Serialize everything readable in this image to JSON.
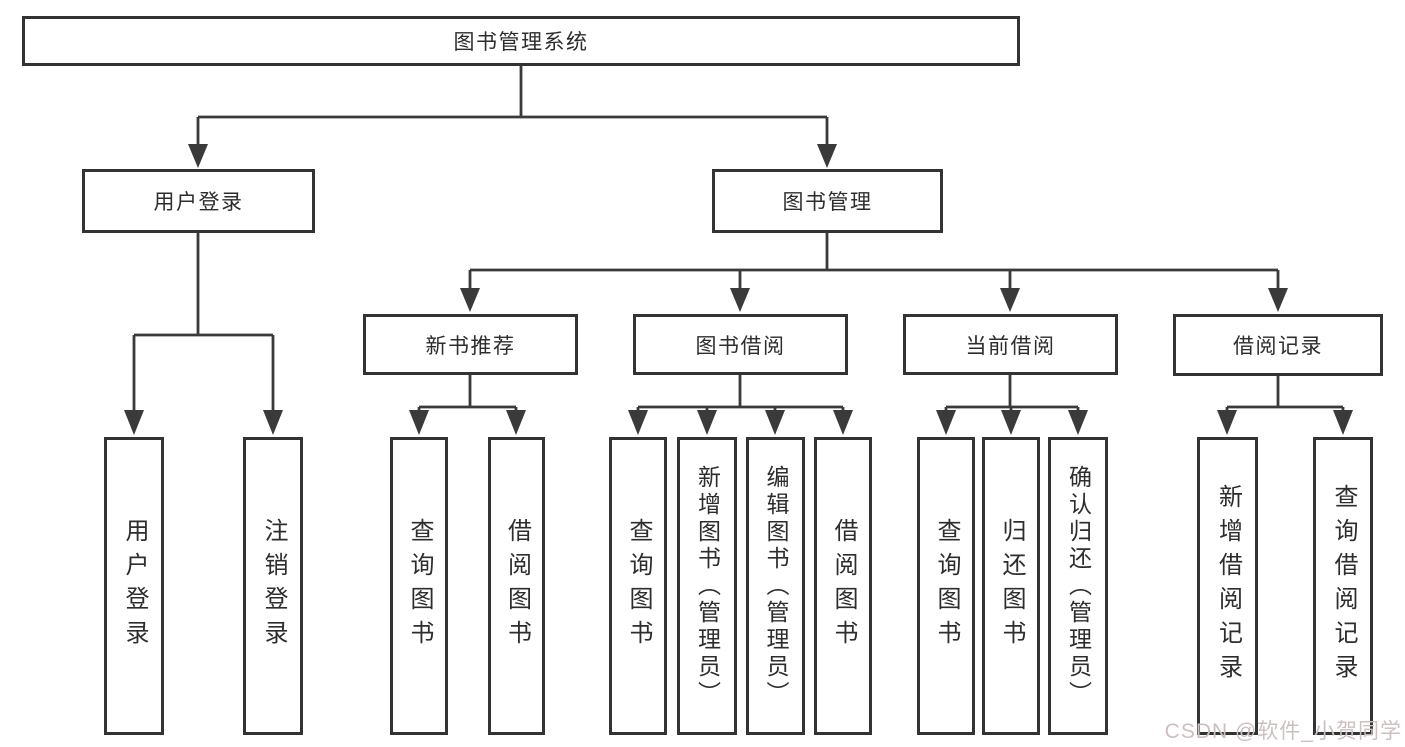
{
  "diagram": {
    "type": "tree",
    "title": "图书管理系统"
  },
  "tree": {
    "label": "图书管理系统",
    "children": [
      {
        "label": "用户登录",
        "children": [
          {
            "label": "用户登录"
          },
          {
            "label": "注销登录"
          }
        ]
      },
      {
        "label": "图书管理",
        "children": [
          {
            "label": "新书推荐",
            "children": [
              {
                "label": "查询图书"
              },
              {
                "label": "借阅图书"
              }
            ]
          },
          {
            "label": "图书借阅",
            "children": [
              {
                "label": "查询图书"
              },
              {
                "label": "新增图书（管理员）"
              },
              {
                "label": "编辑图书（管理员）"
              },
              {
                "label": "借阅图书"
              }
            ]
          },
          {
            "label": "当前借阅",
            "children": [
              {
                "label": "查询图书"
              },
              {
                "label": "归还图书"
              },
              {
                "label": "确认归还（管理员）"
              }
            ]
          },
          {
            "label": "借阅记录",
            "children": [
              {
                "label": "新增借阅记录"
              },
              {
                "label": "查询借阅记录"
              }
            ]
          }
        ]
      }
    ]
  },
  "watermark": {
    "text": "CSDN @软件_小贺同学"
  },
  "colors": {
    "line": "#3a3a3a",
    "box_border": "#333333",
    "box_fill": "#ffffff",
    "text": "#2d2d2d",
    "watermark": "#cbc0c0",
    "background": "#ffffff"
  }
}
